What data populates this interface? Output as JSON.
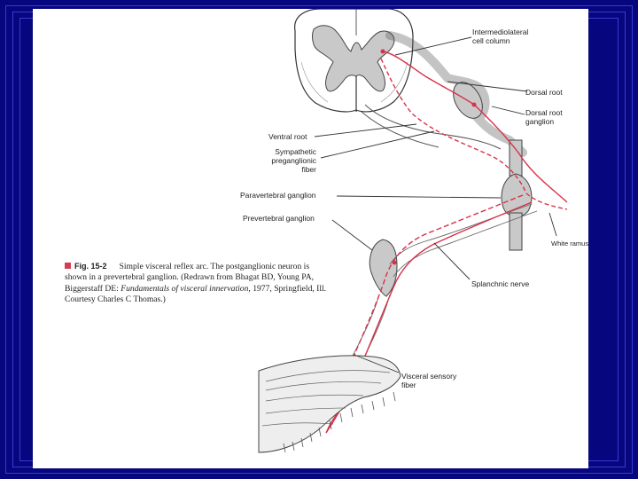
{
  "figure": {
    "labels": {
      "intermediolateral": "Intermediolateral\ncell column",
      "dorsal_root": "Dorsal root",
      "dorsal_root_ganglion": "Dorsal root\nganglion",
      "ventral_root": "Ventral root",
      "sympathetic_fiber": "Sympathetic\npreganglionic\nfiber",
      "paravertebral_ganglion": "Paravertebral ganglion",
      "prevertebral_ganglion": "Prevertebral ganglion",
      "white_ramus": "White ramus",
      "splanchnic_nerve": "Splanchnic nerve",
      "visceral_sensory_fiber": "Visceral sensory\nfiber"
    },
    "caption": {
      "fig_number": "Fig. 15-2",
      "text_a": "Simple visceral reflex arc. The postganglionic neuron is shown in a prevertebral ganglion. (Redrawn from Bhagat BD, Young PA, Biggerstaff DE: ",
      "text_italic": "Fundamentals of visceral innervation,",
      "text_b": " 1977, Springfield, Ill. Courtesy Charles C Thomas.)"
    },
    "colors": {
      "background": "#06067e",
      "frame_lines": "#3a3ad0",
      "page": "#ffffff",
      "nerve_red": "#d8324a",
      "gray_matter": "#c9c9c9",
      "ink": "#222222"
    }
  }
}
